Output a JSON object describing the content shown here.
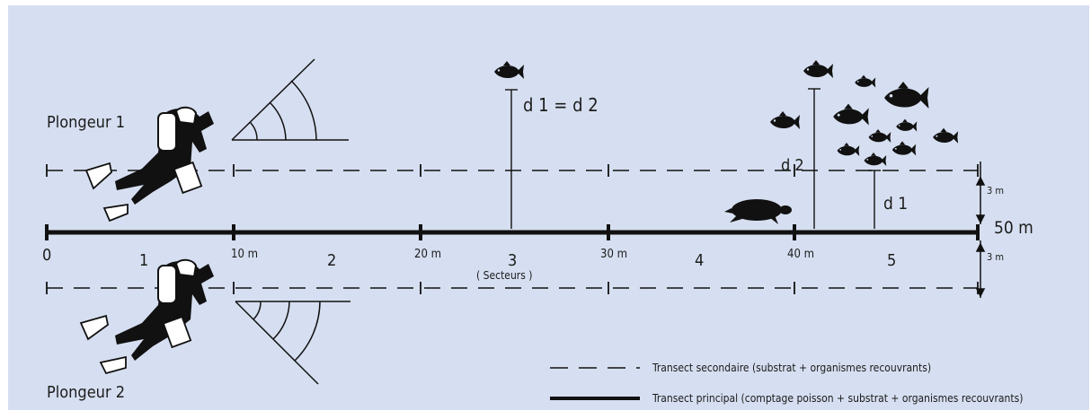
{
  "diver_labels": [
    "Plongeur 1",
    "Plongeur 2"
  ],
  "distance_marks": [
    "0",
    "10 m",
    "20 m",
    "30 m",
    "40 m"
  ],
  "total_length": "50 m",
  "sector_numbers": [
    "1",
    "2",
    "3",
    "4",
    "5"
  ],
  "sectors_caption": "( Secteurs )",
  "offset_top": "3 m",
  "offset_bottom": "3 m",
  "distance_equal": "d 1 = d 2",
  "distance_d1": "d 1",
  "distance_d2": "d 2",
  "legend": {
    "secondary": "Transect secondaire (substrat + organismes recouvrants)",
    "principal": "Transect principal (comptage poisson + substrat + organismes recouvrants)"
  },
  "colors": {
    "background": "#d6dff1",
    "ink": "#111111"
  }
}
